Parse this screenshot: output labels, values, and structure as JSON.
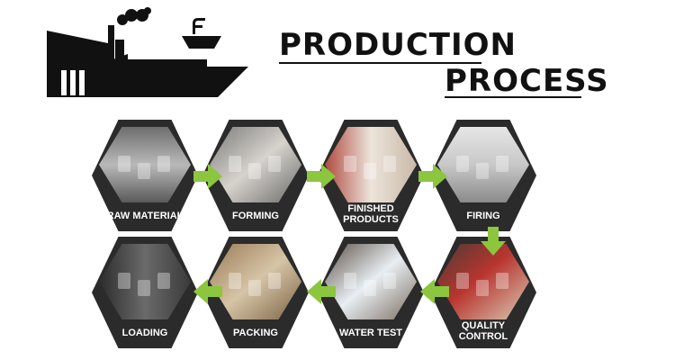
{
  "title": {
    "line1": "PRODUCTION",
    "line2": "PROCESS"
  },
  "colors": {
    "hex_fill": "#2b2b2b",
    "arrow": "#8cc63f",
    "title": "#111111"
  },
  "logo": {
    "icon": "factory-with-faucet-icon"
  },
  "steps": [
    {
      "id": "raw-material",
      "lines": [
        "RAW MATERIAL"
      ],
      "icon": "factory-floor-photo"
    },
    {
      "id": "forming",
      "lines": [
        "FORMING"
      ],
      "icon": "molding-line-photo"
    },
    {
      "id": "finished-products",
      "lines": [
        "FINISHED",
        "PRODUCTS"
      ],
      "icon": "worker-finishing-basin-photo"
    },
    {
      "id": "firing",
      "lines": [
        "FIRING"
      ],
      "icon": "kiln-rack-photo"
    },
    {
      "id": "quality-control",
      "lines": [
        "QUALITY",
        "CONTROL"
      ],
      "icon": "inspection-photo"
    },
    {
      "id": "water-test",
      "lines": [
        "WATER TEST"
      ],
      "icon": "basin-water-test-photo"
    },
    {
      "id": "packing",
      "lines": [
        "PACKING"
      ],
      "icon": "carton-photo"
    },
    {
      "id": "loading",
      "lines": [
        "LOADING"
      ],
      "icon": "container-loading-photo"
    }
  ]
}
